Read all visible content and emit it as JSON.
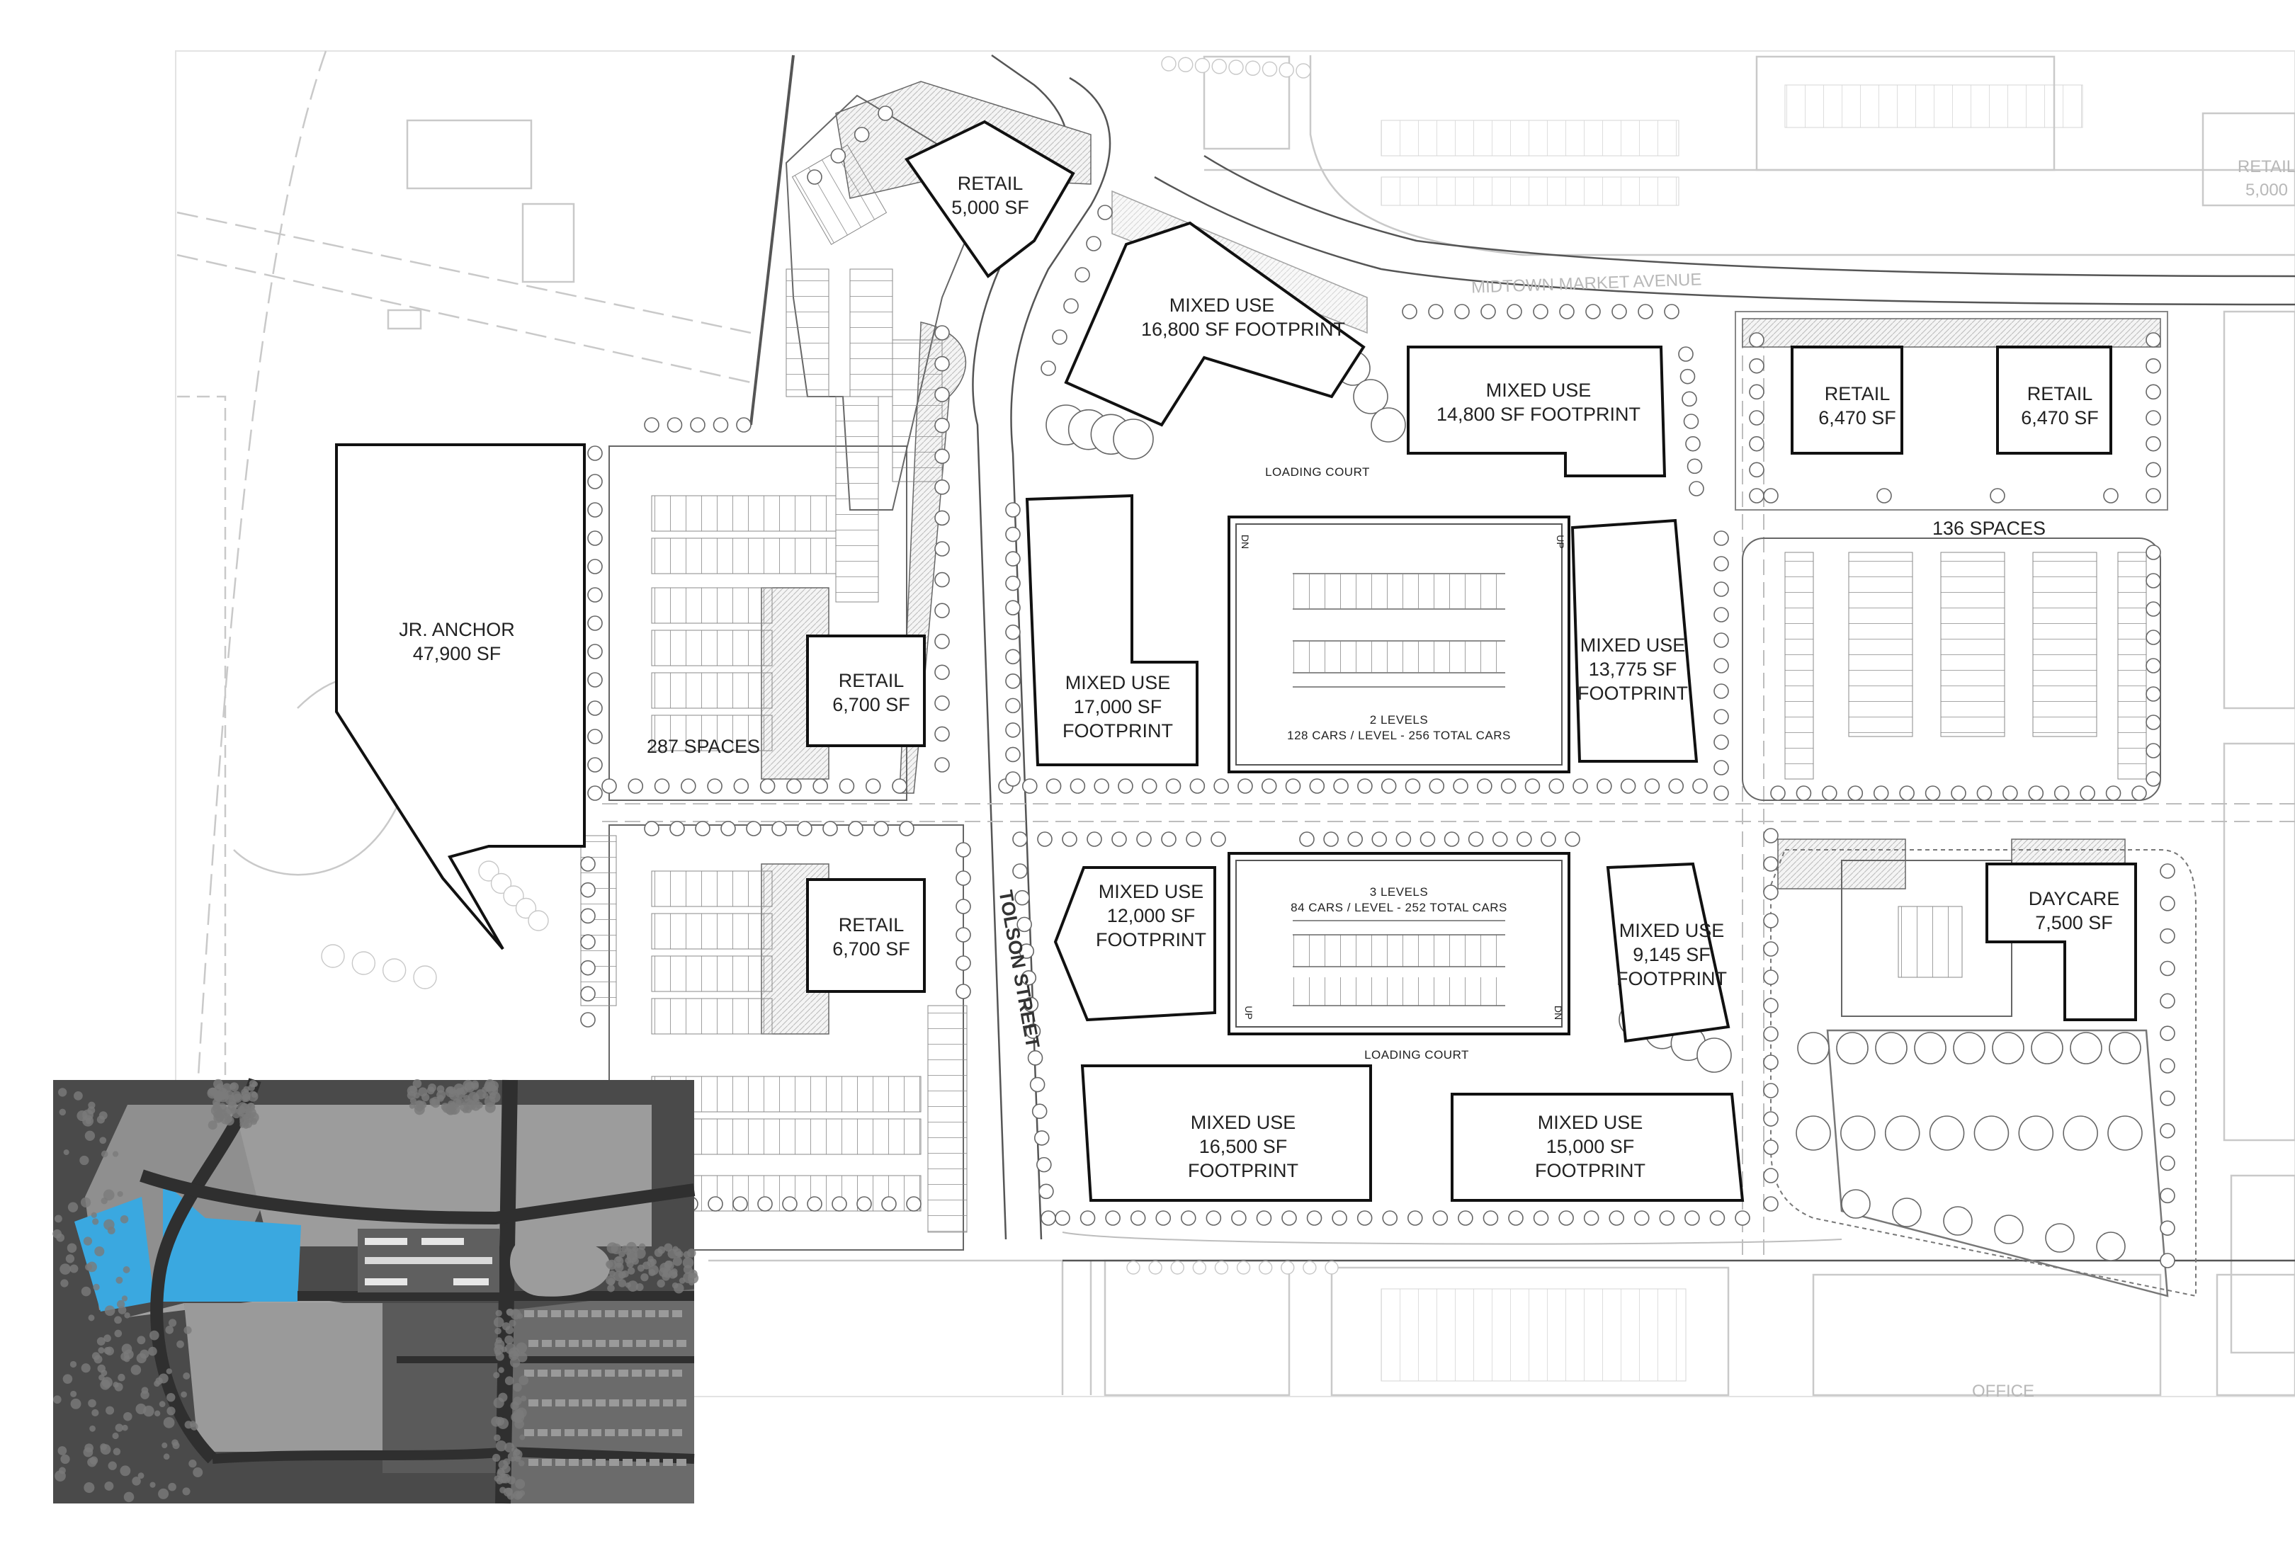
{
  "buildings": [
    {
      "id": "retail-5000",
      "lines": [
        "RETAIL",
        "5,000 SF"
      ]
    },
    {
      "id": "jr-anchor",
      "lines": [
        "JR. ANCHOR",
        "47,900 SF"
      ]
    },
    {
      "id": "retail-6700-north",
      "lines": [
        "RETAIL",
        "6,700 SF"
      ]
    },
    {
      "id": "retail-6700-south",
      "lines": [
        "RETAIL",
        "6,700 SF"
      ]
    },
    {
      "id": "mixed-use-16800",
      "lines": [
        "MIXED USE",
        "16,800 SF FOOTPRINT"
      ]
    },
    {
      "id": "mixed-use-14800",
      "lines": [
        "MIXED USE",
        "14,800 SF FOOTPRINT"
      ]
    },
    {
      "id": "mixed-use-17000",
      "lines": [
        "MIXED USE",
        "17,000 SF",
        "FOOTPRINT"
      ]
    },
    {
      "id": "mixed-use-13775",
      "lines": [
        "MIXED USE",
        "13,775 SF",
        "FOOTPRINT"
      ]
    },
    {
      "id": "mixed-use-12000",
      "lines": [
        "MIXED USE",
        "12,000 SF",
        "FOOTPRINT"
      ]
    },
    {
      "id": "mixed-use-9145",
      "lines": [
        "MIXED USE",
        "9,145 SF",
        "FOOTPRINT"
      ]
    },
    {
      "id": "mixed-use-16500",
      "lines": [
        "MIXED USE",
        "16,500 SF",
        "FOOTPRINT"
      ]
    },
    {
      "id": "mixed-use-15000",
      "lines": [
        "MIXED USE",
        "15,000 SF",
        "FOOTPRINT"
      ]
    },
    {
      "id": "retail-6470-west",
      "lines": [
        "RETAIL",
        "6,470 SF"
      ]
    },
    {
      "id": "retail-6470-east",
      "lines": [
        "RETAIL",
        "6,470 SF"
      ]
    },
    {
      "id": "daycare",
      "lines": [
        "DAYCARE",
        "7,500 SF"
      ]
    }
  ],
  "garages": {
    "north": {
      "levels": "2 LEVELS",
      "capacity": "128 CARS / LEVEL - 256 TOTAL CARS",
      "ramp_up": "UP",
      "ramp_down": "DN"
    },
    "south": {
      "levels": "3 LEVELS",
      "capacity": "84 CARS / LEVEL - 252 TOTAL CARS",
      "ramp_up": "UP",
      "ramp_down": "DN"
    }
  },
  "labels": {
    "loading_court_north": "LOADING COURT",
    "loading_court_south": "LOADING COURT",
    "spaces_west": "287 SPACES",
    "spaces_east": "136 SPACES",
    "street_midtown": "MIDTOWN MARKET AVENUE",
    "street_tolson": "TOLSON STREET",
    "ghost_retail": "RETAIL",
    "ghost_retail_area": "5,000",
    "ghost_office": "OFFICE"
  },
  "colors": {
    "highlight": "#3aa8e0",
    "linework": "#111111",
    "context": "#c9c9c9",
    "inset_bg": "#4a4a4a"
  }
}
